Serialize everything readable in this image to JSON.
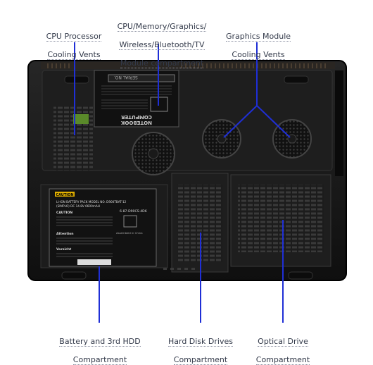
{
  "labels": {
    "cpu_vents": [
      "CPU Processor",
      "Cooling Vents"
    ],
    "module_compartment": [
      "CPU/Memory/Graphics/",
      "Wireless/Bluetooth/TV",
      "Module compartment"
    ],
    "graphics_vents": [
      "Graphics Module",
      "Cooling Vents"
    ],
    "battery_hdd": [
      "Battery and 3rd HDD",
      "Compartment"
    ],
    "hard_disk": [
      "Hard Disk Drives",
      "Compartment"
    ],
    "optical": [
      "Optical Drive",
      "Compartment"
    ]
  },
  "sticker": {
    "brand_line1": "NOTEBOOK",
    "brand_line2": "COMPUTER",
    "serial": "SERIAL NO."
  },
  "battery_label": {
    "caution_tag": "CAUTION",
    "title": "LI-ION BATTERY PACK  MODEL NO. D900TBAT-12",
    "spec": "(SIMPLO)  DC  14.8V  6600mAH",
    "part": "6-87-D90CS-4D6",
    "caution": "CAUTION",
    "attention": "Attention",
    "vorsicht": "Vorsicht",
    "origin": "Assembled in China"
  },
  "colors": {
    "leader": "#1f2fd6",
    "chassis": "#161616",
    "panel": "#222222"
  }
}
